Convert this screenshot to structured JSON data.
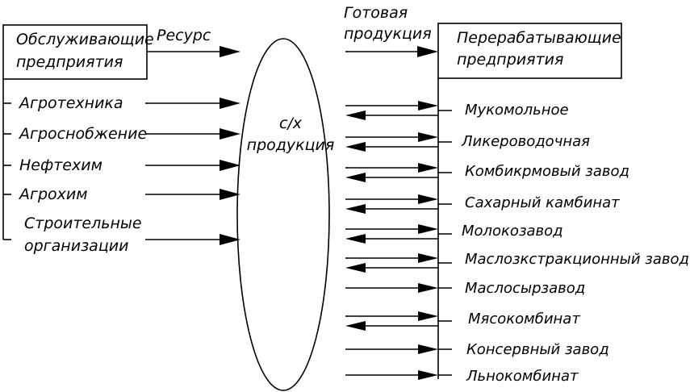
{
  "suppliers": {
    "title_lines": [
      "Обслуживающие",
      "предприятия"
    ],
    "items": [
      {
        "lines": [
          "Агротехника"
        ]
      },
      {
        "lines": [
          "Агроснобжение"
        ]
      },
      {
        "lines": [
          "Нефтехим"
        ]
      },
      {
        "lines": [
          "Агрохим"
        ]
      },
      {
        "lines": [
          "Строительные",
          "организации"
        ]
      }
    ]
  },
  "resource_label": "Ресурс",
  "center_lines": [
    "с/х",
    "продукция"
  ],
  "product_label_lines": [
    "Готовая",
    "продукция"
  ],
  "processors": {
    "title_lines": [
      "Перерабатывающие",
      "предприятия"
    ],
    "items": [
      {
        "label": "Мукомольное",
        "bidirectional": true
      },
      {
        "label": "Ликероводочная",
        "bidirectional": true
      },
      {
        "label": "Комбикрмовый завод",
        "bidirectional": true
      },
      {
        "label": "Сахарный камбинат",
        "bidirectional": true
      },
      {
        "label": "Молокозавод",
        "bidirectional": true
      },
      {
        "label": "Маслозкстракционный завод",
        "bidirectional": true
      },
      {
        "label": "Маслосырзавод",
        "bidirectional": false
      },
      {
        "label": "Мясокомбинат",
        "bidirectional": true
      },
      {
        "label": "Консервный завод",
        "bidirectional": false
      },
      {
        "label": "Льнокомбинат",
        "bidirectional": false
      }
    ]
  }
}
